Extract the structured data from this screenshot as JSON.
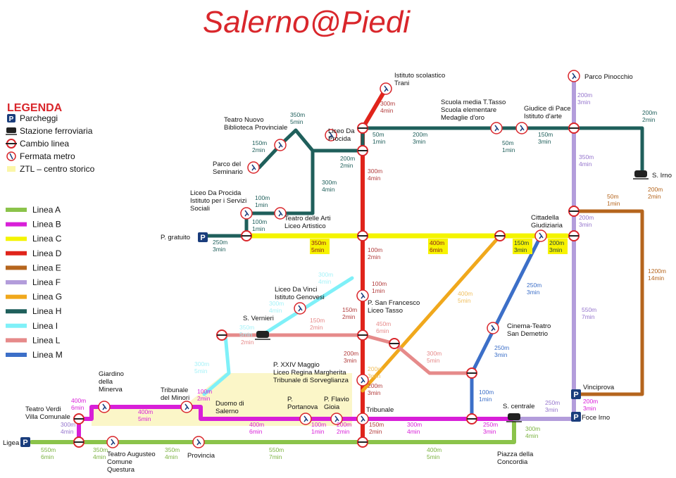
{
  "title": "Salerno@Piedi",
  "legend": {
    "heading": "LEGENDA",
    "symbols": [
      {
        "icon": "parking-icon",
        "label": "Parcheggi"
      },
      {
        "icon": "train-station-icon",
        "label": "Stazione ferroviaria"
      },
      {
        "icon": "line-change-icon",
        "label": "Cambio linea"
      },
      {
        "icon": "metro-stop-icon",
        "label": "Fermata metro"
      },
      {
        "icon": "ztl-swatch",
        "label": "ZTL – centro storico"
      }
    ],
    "lines": [
      {
        "id": "A",
        "label": "Linea A",
        "color": "#8bc34a"
      },
      {
        "id": "B",
        "label": "Linea B",
        "color": "#d81fd8"
      },
      {
        "id": "C",
        "label": "Linea C",
        "color": "#f4f400"
      },
      {
        "id": "D",
        "label": "Linea D",
        "color": "#e0241b"
      },
      {
        "id": "E",
        "label": "Linea E",
        "color": "#b5651d"
      },
      {
        "id": "F",
        "label": "Linea F",
        "color": "#b39ddb"
      },
      {
        "id": "G",
        "label": "Linea G",
        "color": "#f0a81c"
      },
      {
        "id": "H",
        "label": "Linea H",
        "color": "#1f5f5b"
      },
      {
        "id": "I",
        "label": "Linea I",
        "color": "#7ff0f8"
      },
      {
        "id": "L",
        "label": "Linea L",
        "color": "#e68a8a"
      },
      {
        "id": "M",
        "label": "Linea M",
        "color": "#3c6fc8"
      }
    ]
  },
  "stations": {
    "istituto_trani": "Istituto scolastico\nTrani",
    "teatro_nuovo": "Teatro Nuovo\nBiblioteca Provinciale",
    "parco_seminario": "Parco del\nSeminario",
    "liceo_da_procida_1": "Liceo Da\nProcida",
    "scuola_media": "Scuola media T.Tasso\nScuola elementare\nMedaglie d'oro",
    "giudice_pace": "Giudice di Pace\nIstituto d'arte",
    "parco_pinocchio": "Parco Pinocchio",
    "s_irno": "S. Irno",
    "liceo_da_procida_2": "Liceo Da Procida\nIstituto per i Servizi\nSociali",
    "teatro_arti": "Teatro delle Arti\nLiceo Artistico",
    "p_gratuito": "P. gratuito",
    "cittadella": "Cittadella\nGiudiziaria",
    "liceo_da_vinci": "Liceo Da Vinci\nIstituto Genovesi",
    "p_san_francesco": "P. San Francesco\nLiceo Tasso",
    "s_vernieri": "S. Vernieri",
    "cinema_teatro": "Cinema-Teatro\nSan Demetrio",
    "giardino_minerva": "Giardino\ndella\nMinerva",
    "tribunale_minori": "Tribunale\ndel Minori",
    "liceo_regina": "P. XXIV Maggio\nLiceo Regina Margherita\nTribunale di Sorveglianza",
    "duomo": "Duomo di\nSalerno",
    "p_portanova": "P.\nPortanova",
    "p_flavio_gioia": "P. Flavio\nGioia",
    "tribunale": "Tribunale",
    "s_centrale": "S. centrale",
    "vinciprova": "Vinciprova",
    "foce_irno": "Foce Irno",
    "teatro_verdi": "Teatro Verdi\nVilla Comunale",
    "ligea": "Ligea",
    "teatro_augusteo": "Teatro Augusteo\nComune\nQuestura",
    "provincia": "Provincia",
    "piazza_concordia": "Piazza della\nConcordia"
  },
  "segments": [
    {
      "color": "#b23c3c",
      "dist": "300m",
      "time": "4min",
      "line": "D"
    },
    {
      "color": "#1f5f5b",
      "dist": "350m",
      "time": "5min",
      "line": "H"
    },
    {
      "color": "#1f5f5b",
      "dist": "150m",
      "time": "2min",
      "line": "H"
    },
    {
      "color": "#1f5f5b",
      "dist": "50m",
      "time": "1min",
      "line": "H"
    },
    {
      "color": "#1f5f5b",
      "dist": "200m",
      "time": "3min",
      "line": "H"
    },
    {
      "color": "#1f5f5b",
      "dist": "50m",
      "time": "1min",
      "line": "H"
    },
    {
      "color": "#1f5f5b",
      "dist": "150m",
      "time": "3min",
      "line": "H"
    },
    {
      "color": "#1f5f5b",
      "dist": "200m",
      "time": "2min",
      "line": "H"
    },
    {
      "color": "#9575cd",
      "dist": "200m",
      "time": "3min",
      "line": "F"
    },
    {
      "color": "#1f5f5b",
      "dist": "200m",
      "time": "2min",
      "line": "H"
    },
    {
      "color": "#b23c3c",
      "dist": "300m",
      "time": "4min",
      "line": "D"
    },
    {
      "color": "#1f5f5b",
      "dist": "300m",
      "time": "4min",
      "line": "H"
    },
    {
      "color": "#9575cd",
      "dist": "350m",
      "time": "4min",
      "line": "F"
    },
    {
      "color": "#b5651d",
      "dist": "200m",
      "time": "2min",
      "line": "E"
    },
    {
      "color": "#1f5f5b",
      "dist": "100m",
      "time": "1min",
      "line": "H"
    },
    {
      "color": "#1f5f5b",
      "dist": "100m",
      "time": "1min",
      "line": "H"
    },
    {
      "color": "#b5651d",
      "dist": "50m",
      "time": "1min",
      "line": "E"
    },
    {
      "color": "#9575cd",
      "dist": "200m",
      "time": "3min",
      "line": "F"
    },
    {
      "color": "#1f5f5b",
      "dist": "250m",
      "time": "3min",
      "line": "H"
    },
    {
      "color": "#8a1a1a",
      "dist": "350m",
      "time": "5min",
      "line": "C",
      "highlight": true
    },
    {
      "color": "#8a1a1a",
      "dist": "400m",
      "time": "6min",
      "line": "C",
      "highlight": true
    },
    {
      "color": "#1f3f3f",
      "dist": "150m",
      "time": "3min",
      "line": "C",
      "highlight": true
    },
    {
      "color": "#1f3f3f",
      "dist": "200m",
      "time": "3min",
      "line": "C",
      "highlight": true
    },
    {
      "color": "#b23c3c",
      "dist": "100m",
      "time": "2min",
      "line": "D"
    },
    {
      "color": "#b5651d",
      "dist": "1200m",
      "time": "14min",
      "line": "E"
    },
    {
      "color": "#a6f2f8",
      "dist": "300m",
      "time": "4min",
      "line": "I"
    },
    {
      "color": "#b23c3c",
      "dist": "100m",
      "time": "1min",
      "line": "D"
    },
    {
      "color": "#f0c060",
      "dist": "400m",
      "time": "5min",
      "line": "G"
    },
    {
      "color": "#3c6fc8",
      "dist": "250m",
      "time": "3min",
      "line": "M"
    },
    {
      "color": "#a6f2f8",
      "dist": "300m",
      "time": "4min",
      "line": "I"
    },
    {
      "color": "#b23c3c",
      "dist": "150m",
      "time": "2min",
      "line": "D"
    },
    {
      "color": "#e68a8a",
      "dist": "450m",
      "time": "6min",
      "line": "L"
    },
    {
      "color": "#e68a8a",
      "dist": "150m",
      "time": "2min",
      "line": "L"
    },
    {
      "color": "#9575cd",
      "dist": "550m",
      "time": "7min",
      "line": "F"
    },
    {
      "color": "#a6f2f8",
      "dist": "350m",
      "time": "5min",
      "line": "I"
    },
    {
      "color": "#e68a8a",
      "dist": "2min",
      "time": "",
      "line": "L"
    },
    {
      "color": "#3c6fc8",
      "dist": "250m",
      "time": "3min",
      "line": "M"
    },
    {
      "color": "#b23c3c",
      "dist": "200m",
      "time": "3min",
      "line": "D"
    },
    {
      "color": "#e68a8a",
      "dist": "300m",
      "time": "5min",
      "line": "L"
    },
    {
      "color": "#a6f2f8",
      "dist": "300m",
      "time": "5min",
      "line": "I"
    },
    {
      "color": "#f0c060",
      "dist": "200m",
      "time": "3min",
      "line": "G"
    },
    {
      "color": "#b23c3c",
      "dist": "200m",
      "time": "3min",
      "line": "D"
    },
    {
      "color": "#3c6fc8",
      "dist": "100m",
      "time": "1min",
      "line": "M"
    },
    {
      "color": "#d81fd8",
      "dist": "100m",
      "time": "2min",
      "line": "B"
    },
    {
      "color": "#d81fd8",
      "dist": "400m",
      "time": "6min",
      "line": "B"
    },
    {
      "color": "#d81fd8",
      "dist": "400m",
      "time": "5min",
      "line": "B"
    },
    {
      "color": "#9575cd",
      "dist": "300m",
      "time": "4min",
      "line": "F"
    },
    {
      "color": "#9575cd",
      "dist": "250m",
      "time": "3min",
      "line": "F"
    },
    {
      "color": "#d81fd8",
      "dist": "200m",
      "time": "3min",
      "line": "B"
    },
    {
      "color": "#d81fd8",
      "dist": "400m",
      "time": "6min",
      "line": "B"
    },
    {
      "color": "#d81fd8",
      "dist": "100m",
      "time": "1min",
      "line": "B"
    },
    {
      "color": "#d81fd8",
      "dist": "200m",
      "time": "2min",
      "line": "B"
    },
    {
      "color": "#b23c3c",
      "dist": "150m",
      "time": "2min",
      "line": "D"
    },
    {
      "color": "#d81fd8",
      "dist": "300m",
      "time": "4min",
      "line": "B"
    },
    {
      "color": "#d81fd8",
      "dist": "250m",
      "time": "3min",
      "line": "B"
    },
    {
      "color": "#7cb342",
      "dist": "300m",
      "time": "4min",
      "line": "A"
    },
    {
      "color": "#7cb342",
      "dist": "550m",
      "time": "6min",
      "line": "A"
    },
    {
      "color": "#7cb342",
      "dist": "350m",
      "time": "4min",
      "line": "A"
    },
    {
      "color": "#7cb342",
      "dist": "350m",
      "time": "4min",
      "line": "A"
    },
    {
      "color": "#7cb342",
      "dist": "550m",
      "time": "7min",
      "line": "A"
    },
    {
      "color": "#7cb342",
      "dist": "400m",
      "time": "5min",
      "line": "A"
    }
  ]
}
